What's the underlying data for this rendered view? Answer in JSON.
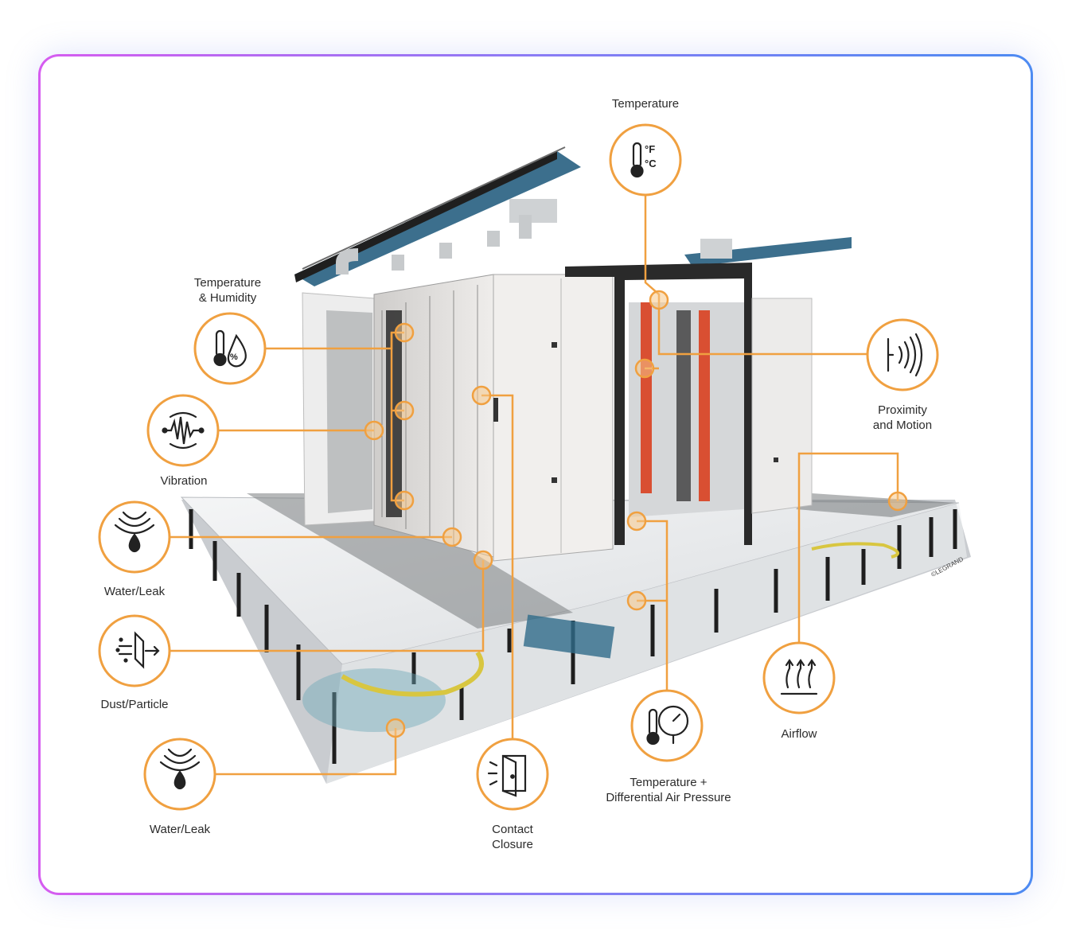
{
  "colors": {
    "accent": "#f0a040",
    "frame_gradient": [
      "#d65cf0",
      "#4d8bf2"
    ],
    "rack": "#e8e6e4",
    "floor": "#e6e8ea",
    "cable": "#2f6b8a"
  },
  "sensors": [
    {
      "id": "temperature",
      "label": "Temperature",
      "icon": "thermometer-fahrenheit-celsius-icon"
    },
    {
      "id": "temp-humidity",
      "label": "Temperature\n& Humidity",
      "icon": "thermometer-humidity-icon"
    },
    {
      "id": "proximity",
      "label": "Proximity\nand Motion",
      "icon": "proximity-wave-icon"
    },
    {
      "id": "vibration",
      "label": "Vibration",
      "icon": "vibration-icon"
    },
    {
      "id": "water-leak-1",
      "label": "Water/Leak",
      "icon": "water-drop-icon"
    },
    {
      "id": "dust",
      "label": "Dust/Particle",
      "icon": "dust-filter-icon"
    },
    {
      "id": "water-leak-2",
      "label": "Water/Leak",
      "icon": "water-drop-icon"
    },
    {
      "id": "contact",
      "label": "Contact\nClosure",
      "icon": "door-contact-icon"
    },
    {
      "id": "temp-pressure",
      "label": "Temperature +\nDifferential Air Pressure",
      "icon": "thermometer-gauge-icon"
    },
    {
      "id": "airflow",
      "label": "Airflow",
      "icon": "airflow-icon"
    }
  ],
  "copyright": "©LEGRAND"
}
